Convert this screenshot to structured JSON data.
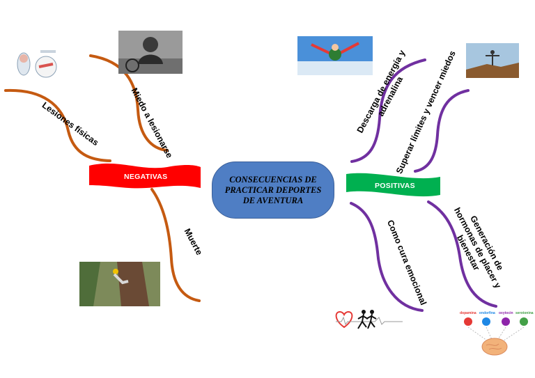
{
  "center": {
    "title": "CONSECUENCIAS DE PRACTICAR DEPORTES DE AVENTURA"
  },
  "negativas": {
    "label": "NEGATIVAS",
    "color": "#ff0000",
    "branch_color": "#c55a11",
    "branches": [
      {
        "label": "Lesiones físicas"
      },
      {
        "label": "Miedo a lesionarse"
      },
      {
        "label": "Muerte"
      }
    ]
  },
  "positivas": {
    "label": "POSITIVAS",
    "color": "#00b050",
    "branch_color": "#7030a0",
    "branches": [
      {
        "label": "Descarga de energía y adrenalina"
      },
      {
        "label": "Superar límites y vencer miedos"
      },
      {
        "label": "Como cura emocional"
      },
      {
        "label": "Generación de hormonas de placer y bienestar"
      }
    ]
  },
  "hormones": [
    "dopamina",
    "endorfina",
    "oxytocin",
    "serotonina"
  ],
  "hormone_colors": [
    "#e53935",
    "#1e88e5",
    "#8e24aa",
    "#43a047"
  ]
}
